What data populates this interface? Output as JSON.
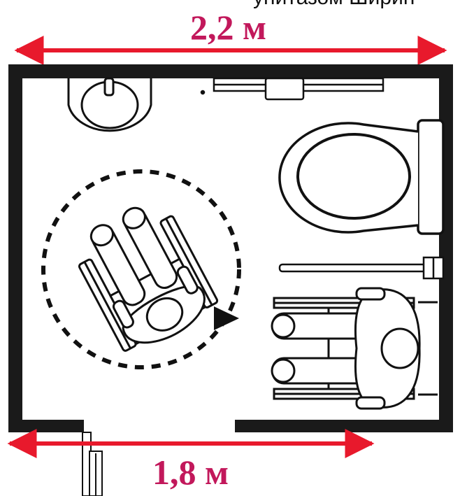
{
  "labels": {
    "top_fragment": "унитазом Ширин",
    "width": "2,2 м",
    "door_side": "1,8 м"
  },
  "colors": {
    "dimension": "#e8192c",
    "label": "#c2185b",
    "wall": "#1a1a1a",
    "line": "#111111"
  },
  "icons": {
    "turning_circle": "dashed-turning-circle-icon",
    "direction_arrow": "play-triangle-icon",
    "wheelchair": "wheelchair-user-icon",
    "toilet": "toilet-icon",
    "sink": "sink-icon",
    "grab_bar": "grab-bar-icon"
  }
}
